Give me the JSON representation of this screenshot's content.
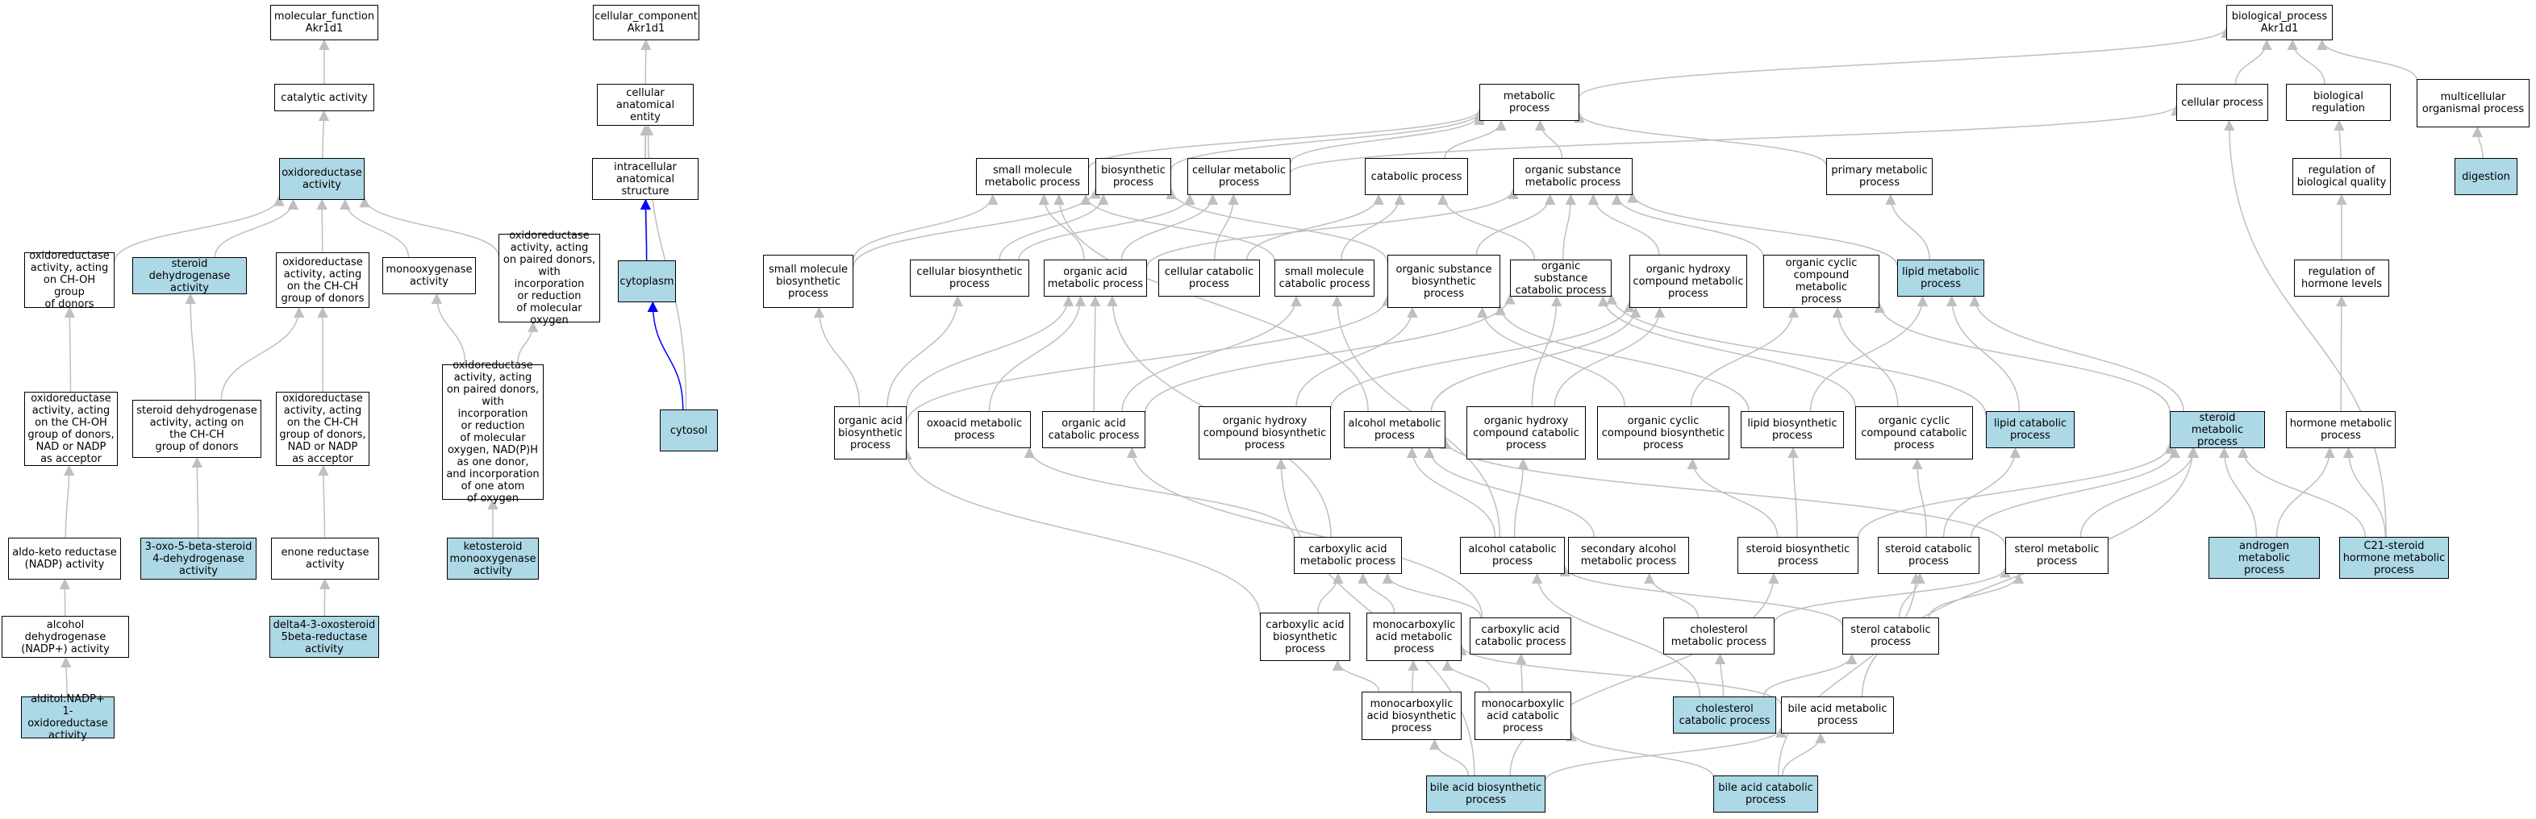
{
  "graph": {
    "colors": {
      "highlight_fill": "#add8e6",
      "node_fill": "#ffffff",
      "edge_is_a": "#bfbfbf",
      "edge_part_of": "#0000ff"
    },
    "nodes": {
      "mf_root": {
        "label": "molecular_function\nAkr1d1",
        "hl": false
      },
      "catalytic": {
        "label": "catalytic activity",
        "hl": false
      },
      "oxidoreductase": {
        "label": "oxidoreductase\nactivity",
        "hl": true
      },
      "ox_chOH": {
        "label": "oxidoreductase\nactivity, acting\non CH-OH group\nof donors",
        "hl": false
      },
      "steroid_dh": {
        "label": "steroid dehydrogenase\nactivity",
        "hl": true
      },
      "ox_chch": {
        "label": "oxidoreductase\nactivity, acting\non the CH-CH\ngroup of donors",
        "hl": false
      },
      "monooxygenase": {
        "label": "monooxygenase\nactivity",
        "hl": false
      },
      "ox_paired": {
        "label": "oxidoreductase\nactivity, acting\non paired donors,\nwith incorporation\nor reduction\nof molecular\noxygen",
        "hl": false
      },
      "ox_chOH_nad": {
        "label": "oxidoreductase\nactivity, acting\non the CH-OH\ngroup of donors,\nNAD or NADP\nas acceptor",
        "hl": false
      },
      "steroid_dh_chch": {
        "label": "steroid dehydrogenase\nactivity, acting on\nthe CH-CH\ngroup of donors",
        "hl": false
      },
      "ox_chch_nad": {
        "label": "oxidoreductase\nactivity, acting\non the CH-CH\ngroup of donors,\nNAD or NADP\nas acceptor",
        "hl": false
      },
      "ox_paired_nadph": {
        "label": "oxidoreductase\nactivity, acting\non paired donors,\nwith incorporation\nor reduction\nof molecular\noxygen, NAD(P)H\nas one donor,\nand incorporation\nof one atom\nof oxygen",
        "hl": false
      },
      "aldoketo": {
        "label": "aldo-keto reductase\n(NADP) activity",
        "hl": false
      },
      "oxo5beta": {
        "label": "3-oxo-5-beta-steroid\n4-dehydrogenase\nactivity",
        "hl": true
      },
      "enone": {
        "label": "enone reductase\nactivity",
        "hl": false
      },
      "ketosteroid_mono": {
        "label": "ketosteroid\nmonooxygenase\nactivity",
        "hl": true
      },
      "alcohol_dh": {
        "label": "alcohol dehydrogenase\n(NADP+) activity",
        "hl": false
      },
      "delta4": {
        "label": "delta4-3-oxosteroid\n5beta-reductase\nactivity",
        "hl": true
      },
      "alditol": {
        "label": "alditol:NADP+\n1-oxidoreductase\nactivity",
        "hl": true
      },
      "cc_root": {
        "label": "cellular_component\nAkr1d1",
        "hl": false
      },
      "cell_anat": {
        "label": "cellular anatomical\nentity",
        "hl": false
      },
      "intracell": {
        "label": "intracellular\nanatomical structure",
        "hl": false
      },
      "cytoplasm": {
        "label": "cytoplasm",
        "hl": true
      },
      "cytosol": {
        "label": "cytosol",
        "hl": true
      },
      "bp_root": {
        "label": "biological_process\nAkr1d1",
        "hl": false
      },
      "metabolic": {
        "label": "metabolic process",
        "hl": false
      },
      "cellular_process": {
        "label": "cellular process",
        "hl": false
      },
      "bio_reg": {
        "label": "biological regulation",
        "hl": false
      },
      "multicell": {
        "label": "multicellular\norganismal process",
        "hl": false
      },
      "small_mol_met": {
        "label": "small molecule\nmetabolic process",
        "hl": false
      },
      "biosynthetic": {
        "label": "biosynthetic\nprocess",
        "hl": false
      },
      "cell_met": {
        "label": "cellular metabolic\nprocess",
        "hl": false
      },
      "catabolic": {
        "label": "catabolic process",
        "hl": false
      },
      "org_sub_met": {
        "label": "organic substance\nmetabolic process",
        "hl": false
      },
      "primary_met": {
        "label": "primary metabolic\nprocess",
        "hl": false
      },
      "reg_bio_quality": {
        "label": "regulation of\nbiological quality",
        "hl": false
      },
      "digestion": {
        "label": "digestion",
        "hl": true
      },
      "small_mol_bios": {
        "label": "small molecule\nbiosynthetic\nprocess",
        "hl": false
      },
      "cell_bios": {
        "label": "cellular biosynthetic\nprocess",
        "hl": false
      },
      "org_acid_met": {
        "label": "organic acid\nmetabolic process",
        "hl": false
      },
      "cell_catab": {
        "label": "cellular catabolic\nprocess",
        "hl": false
      },
      "small_mol_catab": {
        "label": "small molecule\ncatabolic process",
        "hl": false
      },
      "org_sub_bios": {
        "label": "organic substance\nbiosynthetic\nprocess",
        "hl": false
      },
      "org_sub_catab": {
        "label": "organic substance\ncatabolic process",
        "hl": false
      },
      "org_hydroxy_met": {
        "label": "organic hydroxy\ncompound metabolic\nprocess",
        "hl": false
      },
      "org_cyclic_met": {
        "label": "organic cyclic\ncompound metabolic\nprocess",
        "hl": false
      },
      "lipid_met": {
        "label": "lipid metabolic\nprocess",
        "hl": true
      },
      "reg_hormone": {
        "label": "regulation of\nhormone levels",
        "hl": false
      },
      "org_acid_bios": {
        "label": "organic acid\nbiosynthetic\nprocess",
        "hl": false
      },
      "oxoacid_met": {
        "label": "oxoacid metabolic\nprocess",
        "hl": false
      },
      "org_acid_catab": {
        "label": "organic acid\ncatabolic process",
        "hl": false
      },
      "org_hydroxy_bios": {
        "label": "organic hydroxy\ncompound biosynthetic\nprocess",
        "hl": false
      },
      "alcohol_met": {
        "label": "alcohol metabolic\nprocess",
        "hl": false
      },
      "org_hydroxy_catab": {
        "label": "organic hydroxy\ncompound catabolic\nprocess",
        "hl": false
      },
      "org_cyclic_bios": {
        "label": "organic cyclic\ncompound biosynthetic\nprocess",
        "hl": false
      },
      "lipid_bios": {
        "label": "lipid biosynthetic\nprocess",
        "hl": false
      },
      "org_cyclic_catab": {
        "label": "organic cyclic\ncompound catabolic\nprocess",
        "hl": false
      },
      "lipid_catab": {
        "label": "lipid catabolic\nprocess",
        "hl": true
      },
      "steroid_met": {
        "label": "steroid metabolic\nprocess",
        "hl": true
      },
      "hormone_met": {
        "label": "hormone metabolic\nprocess",
        "hl": false
      },
      "carbox_met": {
        "label": "carboxylic acid\nmetabolic process",
        "hl": false
      },
      "alcohol_catab": {
        "label": "alcohol catabolic\nprocess",
        "hl": false
      },
      "sec_alcohol_met": {
        "label": "secondary alcohol\nmetabolic process",
        "hl": false
      },
      "steroid_bios": {
        "label": "steroid biosynthetic\nprocess",
        "hl": false
      },
      "steroid_catab": {
        "label": "steroid catabolic\nprocess",
        "hl": false
      },
      "sterol_met": {
        "label": "sterol metabolic\nprocess",
        "hl": false
      },
      "androgen_met": {
        "label": "androgen metabolic\nprocess",
        "hl": true
      },
      "c21_steroid": {
        "label": "C21-steroid\nhormone metabolic\nprocess",
        "hl": true
      },
      "carbox_bios": {
        "label": "carboxylic acid\nbiosynthetic\nprocess",
        "hl": false
      },
      "monocarb_met": {
        "label": "monocarboxylic\nacid metabolic\nprocess",
        "hl": false
      },
      "carbox_catab": {
        "label": "carboxylic acid\ncatabolic process",
        "hl": false
      },
      "cholesterol_met": {
        "label": "cholesterol\nmetabolic process",
        "hl": false
      },
      "sterol_catab": {
        "label": "sterol catabolic\nprocess",
        "hl": false
      },
      "monocarb_bios": {
        "label": "monocarboxylic\nacid biosynthetic\nprocess",
        "hl": false
      },
      "monocarb_catab": {
        "label": "monocarboxylic\nacid catabolic\nprocess",
        "hl": false
      },
      "cholesterol_catab": {
        "label": "cholesterol\ncatabolic process",
        "hl": true
      },
      "bile_acid_met": {
        "label": "bile acid metabolic\nprocess",
        "hl": false
      },
      "bile_acid_bios": {
        "label": "bile acid biosynthetic\nprocess",
        "hl": true
      },
      "bile_acid_catab": {
        "label": "bile acid catabolic\nprocess",
        "hl": true
      }
    },
    "edges": [
      [
        "catalytic",
        "mf_root",
        "is_a"
      ],
      [
        "oxidoreductase",
        "catalytic",
        "is_a"
      ],
      [
        "ox_chOH",
        "oxidoreductase",
        "is_a"
      ],
      [
        "steroid_dh",
        "oxidoreductase",
        "is_a"
      ],
      [
        "ox_chch",
        "oxidoreductase",
        "is_a"
      ],
      [
        "monooxygenase",
        "oxidoreductase",
        "is_a"
      ],
      [
        "ox_paired",
        "oxidoreductase",
        "is_a"
      ],
      [
        "ox_chOH_nad",
        "ox_chOH",
        "is_a"
      ],
      [
        "steroid_dh_chch",
        "steroid_dh",
        "is_a"
      ],
      [
        "steroid_dh_chch",
        "ox_chch",
        "is_a"
      ],
      [
        "ox_chch_nad",
        "ox_chch",
        "is_a"
      ],
      [
        "ox_paired_nadph",
        "monooxygenase",
        "is_a"
      ],
      [
        "ox_paired_nadph",
        "ox_paired",
        "is_a"
      ],
      [
        "aldoketo",
        "ox_chOH_nad",
        "is_a"
      ],
      [
        "oxo5beta",
        "steroid_dh_chch",
        "is_a"
      ],
      [
        "enone",
        "ox_chch_nad",
        "is_a"
      ],
      [
        "ketosteroid_mono",
        "ox_paired_nadph",
        "is_a"
      ],
      [
        "alcohol_dh",
        "aldoketo",
        "is_a"
      ],
      [
        "delta4",
        "enone",
        "is_a"
      ],
      [
        "alditol",
        "alcohol_dh",
        "is_a"
      ],
      [
        "cell_anat",
        "cc_root",
        "is_a"
      ],
      [
        "intracell",
        "cell_anat",
        "is_a"
      ],
      [
        "cytoplasm",
        "cell_anat",
        "is_a"
      ],
      [
        "cytoplasm",
        "intracell",
        "part_of"
      ],
      [
        "cytosol",
        "cytoplasm",
        "part_of"
      ],
      [
        "cytosol",
        "cell_anat",
        "is_a"
      ],
      [
        "metabolic",
        "bp_root",
        "is_a"
      ],
      [
        "cellular_process",
        "bp_root",
        "is_a"
      ],
      [
        "bio_reg",
        "bp_root",
        "is_a"
      ],
      [
        "multicell",
        "bp_root",
        "is_a"
      ],
      [
        "digestion",
        "multicell",
        "is_a"
      ],
      [
        "reg_bio_quality",
        "bio_reg",
        "is_a"
      ],
      [
        "reg_hormone",
        "reg_bio_quality",
        "is_a"
      ],
      [
        "hormone_met",
        "reg_hormone",
        "is_a"
      ],
      [
        "c21_steroid",
        "cellular_process",
        "is_a"
      ],
      [
        "small_mol_met",
        "metabolic",
        "is_a"
      ],
      [
        "biosynthetic",
        "metabolic",
        "is_a"
      ],
      [
        "cell_met",
        "metabolic",
        "is_a"
      ],
      [
        "cell_met",
        "cellular_process",
        "is_a"
      ],
      [
        "catabolic",
        "metabolic",
        "is_a"
      ],
      [
        "org_sub_met",
        "metabolic",
        "is_a"
      ],
      [
        "primary_met",
        "metabolic",
        "is_a"
      ],
      [
        "small_mol_bios",
        "small_mol_met",
        "is_a"
      ],
      [
        "small_mol_bios",
        "biosynthetic",
        "is_a"
      ],
      [
        "cell_bios",
        "biosynthetic",
        "is_a"
      ],
      [
        "cell_bios",
        "cell_met",
        "is_a"
      ],
      [
        "org_acid_met",
        "small_mol_met",
        "is_a"
      ],
      [
        "org_acid_met",
        "cell_met",
        "is_a"
      ],
      [
        "org_acid_met",
        "org_sub_met",
        "is_a"
      ],
      [
        "cell_catab",
        "cell_met",
        "is_a"
      ],
      [
        "cell_catab",
        "catabolic",
        "is_a"
      ],
      [
        "small_mol_catab",
        "small_mol_met",
        "is_a"
      ],
      [
        "small_mol_catab",
        "catabolic",
        "is_a"
      ],
      [
        "org_sub_bios",
        "biosynthetic",
        "is_a"
      ],
      [
        "org_sub_bios",
        "org_sub_met",
        "is_a"
      ],
      [
        "org_sub_catab",
        "catabolic",
        "is_a"
      ],
      [
        "org_sub_catab",
        "org_sub_met",
        "is_a"
      ],
      [
        "org_hydroxy_met",
        "org_sub_met",
        "is_a"
      ],
      [
        "org_cyclic_met",
        "org_sub_met",
        "is_a"
      ],
      [
        "lipid_met",
        "org_sub_met",
        "is_a"
      ],
      [
        "lipid_met",
        "primary_met",
        "is_a"
      ],
      [
        "org_acid_bios",
        "small_mol_bios",
        "is_a"
      ],
      [
        "org_acid_bios",
        "cell_bios",
        "is_a"
      ],
      [
        "org_acid_bios",
        "org_acid_met",
        "is_a"
      ],
      [
        "org_acid_bios",
        "org_sub_bios",
        "is_a"
      ],
      [
        "oxoacid_met",
        "org_acid_met",
        "is_a"
      ],
      [
        "org_acid_catab",
        "org_acid_met",
        "is_a"
      ],
      [
        "org_acid_catab",
        "small_mol_catab",
        "is_a"
      ],
      [
        "org_acid_catab",
        "org_sub_catab",
        "is_a"
      ],
      [
        "org_hydroxy_bios",
        "org_sub_bios",
        "is_a"
      ],
      [
        "org_hydroxy_bios",
        "org_hydroxy_met",
        "is_a"
      ],
      [
        "alcohol_met",
        "org_hydroxy_met",
        "is_a"
      ],
      [
        "alcohol_met",
        "small_mol_met",
        "is_a"
      ],
      [
        "org_hydroxy_catab",
        "org_hydroxy_met",
        "is_a"
      ],
      [
        "org_hydroxy_catab",
        "org_sub_catab",
        "is_a"
      ],
      [
        "org_cyclic_bios",
        "org_cyclic_met",
        "is_a"
      ],
      [
        "org_cyclic_bios",
        "org_sub_bios",
        "is_a"
      ],
      [
        "lipid_bios",
        "lipid_met",
        "is_a"
      ],
      [
        "lipid_bios",
        "org_sub_bios",
        "is_a"
      ],
      [
        "org_cyclic_catab",
        "org_cyclic_met",
        "is_a"
      ],
      [
        "org_cyclic_catab",
        "org_sub_catab",
        "is_a"
      ],
      [
        "lipid_catab",
        "lipid_met",
        "is_a"
      ],
      [
        "lipid_catab",
        "org_sub_catab",
        "is_a"
      ],
      [
        "steroid_met",
        "lipid_met",
        "is_a"
      ],
      [
        "steroid_met",
        "org_cyclic_met",
        "is_a"
      ],
      [
        "carbox_met",
        "oxoacid_met",
        "is_a"
      ],
      [
        "carbox_met",
        "org_acid_met",
        "is_a"
      ],
      [
        "alcohol_catab",
        "alcohol_met",
        "is_a"
      ],
      [
        "alcohol_catab",
        "org_hydroxy_catab",
        "is_a"
      ],
      [
        "alcohol_catab",
        "small_mol_catab",
        "is_a"
      ],
      [
        "sec_alcohol_met",
        "alcohol_met",
        "is_a"
      ],
      [
        "steroid_bios",
        "steroid_met",
        "is_a"
      ],
      [
        "steroid_bios",
        "lipid_bios",
        "is_a"
      ],
      [
        "steroid_bios",
        "org_cyclic_bios",
        "is_a"
      ],
      [
        "steroid_catab",
        "steroid_met",
        "is_a"
      ],
      [
        "steroid_catab",
        "org_cyclic_catab",
        "is_a"
      ],
      [
        "steroid_catab",
        "lipid_catab",
        "is_a"
      ],
      [
        "sterol_met",
        "steroid_met",
        "is_a"
      ],
      [
        "sterol_met",
        "alcohol_met",
        "is_a"
      ],
      [
        "androgen_met",
        "steroid_met",
        "is_a"
      ],
      [
        "androgen_met",
        "hormone_met",
        "is_a"
      ],
      [
        "c21_steroid",
        "steroid_met",
        "is_a"
      ],
      [
        "c21_steroid",
        "hormone_met",
        "is_a"
      ],
      [
        "carbox_bios",
        "carbox_met",
        "is_a"
      ],
      [
        "carbox_bios",
        "org_acid_bios",
        "is_a"
      ],
      [
        "monocarb_met",
        "carbox_met",
        "is_a"
      ],
      [
        "carbox_catab",
        "carbox_met",
        "is_a"
      ],
      [
        "carbox_catab",
        "org_acid_catab",
        "is_a"
      ],
      [
        "cholesterol_met",
        "sterol_met",
        "is_a"
      ],
      [
        "cholesterol_met",
        "sec_alcohol_met",
        "is_a"
      ],
      [
        "sterol_catab",
        "sterol_met",
        "is_a"
      ],
      [
        "sterol_catab",
        "steroid_catab",
        "is_a"
      ],
      [
        "sterol_catab",
        "alcohol_catab",
        "is_a"
      ],
      [
        "monocarb_bios",
        "monocarb_met",
        "is_a"
      ],
      [
        "monocarb_bios",
        "carbox_bios",
        "is_a"
      ],
      [
        "monocarb_catab",
        "monocarb_met",
        "is_a"
      ],
      [
        "monocarb_catab",
        "carbox_catab",
        "is_a"
      ],
      [
        "cholesterol_catab",
        "cholesterol_met",
        "is_a"
      ],
      [
        "cholesterol_catab",
        "sterol_catab",
        "is_a"
      ],
      [
        "cholesterol_catab",
        "alcohol_catab",
        "is_a"
      ],
      [
        "bile_acid_met",
        "monocarb_met",
        "is_a"
      ],
      [
        "bile_acid_met",
        "steroid_met",
        "is_a"
      ],
      [
        "bile_acid_bios",
        "bile_acid_met",
        "is_a"
      ],
      [
        "bile_acid_bios",
        "monocarb_bios",
        "is_a"
      ],
      [
        "bile_acid_bios",
        "org_hydroxy_bios",
        "is_a"
      ],
      [
        "bile_acid_bios",
        "steroid_bios",
        "is_a"
      ],
      [
        "bile_acid_catab",
        "bile_acid_met",
        "is_a"
      ],
      [
        "bile_acid_catab",
        "monocarb_catab",
        "is_a"
      ],
      [
        "bile_acid_catab",
        "steroid_catab",
        "is_a"
      ]
    ]
  }
}
